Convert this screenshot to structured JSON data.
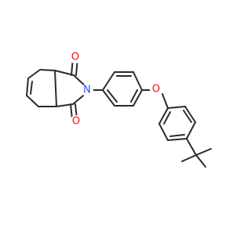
{
  "atoms": [
    {
      "id": "o1",
      "label": "O",
      "color": "#ff0d0d"
    },
    {
      "id": "o2",
      "label": "O",
      "color": "#ff0d0d"
    },
    {
      "id": "n1",
      "label": "N",
      "color": "#3050f8"
    },
    {
      "id": "o3",
      "label": "O",
      "color": "#ff0d0d"
    }
  ]
}
